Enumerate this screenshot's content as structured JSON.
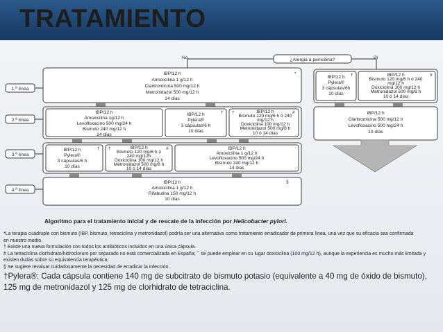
{
  "slide": {
    "title": "TRATAMIENTO"
  },
  "diagram": {
    "decision": {
      "question": "¿Alergia a penicilina?",
      "no": "No",
      "yes": "Sí"
    },
    "lines": [
      "1.ª línea",
      "2.ª línea",
      "3.ª línea",
      "4.ª línea"
    ],
    "no_branch": {
      "line1": {
        "marker": "*",
        "text": [
          "IBP/12 h",
          "Amoxicilina 1 g/12 h",
          "Claritromicina 500 mg/12 h",
          "Metronidazol 500 mg/12 h",
          "14 días"
        ]
      },
      "line2_left": {
        "text": [
          "IBP/12 h",
          "Amoxicilina 1g/12 h",
          "Levofloxacino 500 mg/24 h",
          "Bismuto 240 mg/12 h",
          "14 días"
        ]
      },
      "line2_mid": {
        "marker": "†",
        "text": [
          "IBP/12 h",
          "Pylera®",
          "3 cápsulas/6 h",
          "10 días"
        ]
      },
      "line2_right": {
        "marker_left": "†",
        "marker_right": "#",
        "text": [
          "IBP/12 h",
          "Bismuto 120 mg/6 h ó 240",
          "mg/12 h",
          "Doxiciclina 100 mg/12 h",
          "Metronidazol 500 mg/8 h",
          "10 ó 14 días"
        ]
      },
      "line3_left": {
        "marker": "†",
        "text": [
          "IBP/12 h",
          "Pylera®",
          "3 cápsulas/6 h",
          "10 días"
        ]
      },
      "line3_mid": {
        "marker_left": "†",
        "marker_right": "#",
        "text": [
          "IBP/12 h",
          "Bismuto 120 mg/6 h ó",
          "240 mg/12h",
          "Doxiciclina 100 mg/12 h",
          "Metronidazol 500 mg/8 h",
          "10 ó 14 días"
        ]
      },
      "line3_right": {
        "text": [
          "IBP/12 h",
          "Amoxicilina 1 g/12 h",
          "Levofloxacino 500 mg/24 h",
          "Bismuto 240 mg/12 h",
          "14 días"
        ]
      },
      "line4": {
        "marker": "§",
        "text": [
          "IBP/12 h",
          "Amoxicilina 1 g/12 h",
          "Rifabutina 150 mg/12 h",
          "10 días"
        ]
      }
    },
    "yes_branch": {
      "line1": {
        "marker_left": "†",
        "marker_right": "#",
        "text_left": [
          "IBP/12 h",
          "Pylera®",
          "3 cápsulas/6h",
          "10 días"
        ],
        "text_right": [
          "IBP/12 h",
          "Bismuto 120 mg/6 h ó 240",
          "mg/12 h",
          "Doxiciclina 100 mg/12 h",
          "Metronidazol 500 mg/8 h",
          "10 ó 14 días"
        ]
      },
      "line2": {
        "text": [
          "IBP/12 h",
          "Claritromicina 500 mg/12 h",
          "Levofloxacino 500 mg/24 h",
          "10 días"
        ]
      }
    },
    "caption_prefix": "Algoritmo para el tratamiento inicial y de rescate de la infección por ",
    "caption_italic": "Helicobacter pylori.",
    "footnotes": [
      "*La terapia cuádruple con bismuto (IBP, bismuto, tetraciclina y metronidazol) podría ser una alternativa como tratamiento erradicador de primera línea, una vez que su eficacia sea confirmada",
      "en nuestro medio.",
      "† Existe una nueva formulación con todos los antibióticos incluidos en una única cápsula.",
      "# La tetraciclina clorhidrato/hidrocloruro por separado no está comercializada en España; ¯ se puede emplear en su lugar doxiciclina (100 mg/12 h), aunque la experiencia es mucho más limitada y existen dudas sobre su equivalencia terapéutica.",
      "§ Se sugiere revaluar cuidadosamente la necesidad de erradicar la infección."
    ]
  },
  "pylera_note": "†Pylera®: Cada cápsula contiene 140 mg de subcitrato de bismuto potasio (equivalente a 40 mg de óxido de bismuto), 125 mg de metronidazol y 125 mg de clorhidrato de tetraciclina."
}
